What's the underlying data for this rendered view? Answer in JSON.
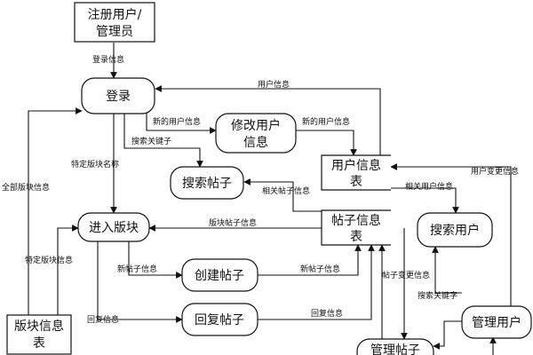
{
  "nodes": {
    "register_admin": [
      "注册用户/",
      "管理员"
    ],
    "login": "登录",
    "modify_user": [
      "修改用户",
      "信息"
    ],
    "search_posts": "搜索帖子",
    "user_info_table": [
      "用户信息",
      "表"
    ],
    "enter_section": "进入版块",
    "post_info_table": [
      "帖子信息",
      "表"
    ],
    "search_users": "搜索用户",
    "create_post": "创建帖子",
    "reply_post": "回复帖子",
    "section_info_table": [
      "版块信息",
      "表"
    ],
    "admin_user": "管理用户",
    "manage_posts": "管理帖子"
  },
  "edges": {
    "login_info": "登录信息",
    "user_info": "用户信息",
    "new_user_info_1": "新的用户信息",
    "new_user_info_2": "新的用户信息",
    "search_keyword": "搜索关键子",
    "specific_section_name": "特定版块名称",
    "related_post_info": "相关帖子信息",
    "related_user_info": "相关用户信息",
    "user_change_info": "用户变更信息",
    "all_section_info": "全部版块信息",
    "section_post_info": "版块帖子信息",
    "specific_section_info": "特定版块信息",
    "new_post_info_1": "新帖子信息",
    "new_post_info_2": "新帖子信息",
    "post_change_info": "帖子变更信息",
    "search_keyword_2": "搜索关键字",
    "reply_info_1": "回复信息",
    "reply_info_2": "回复信息"
  }
}
